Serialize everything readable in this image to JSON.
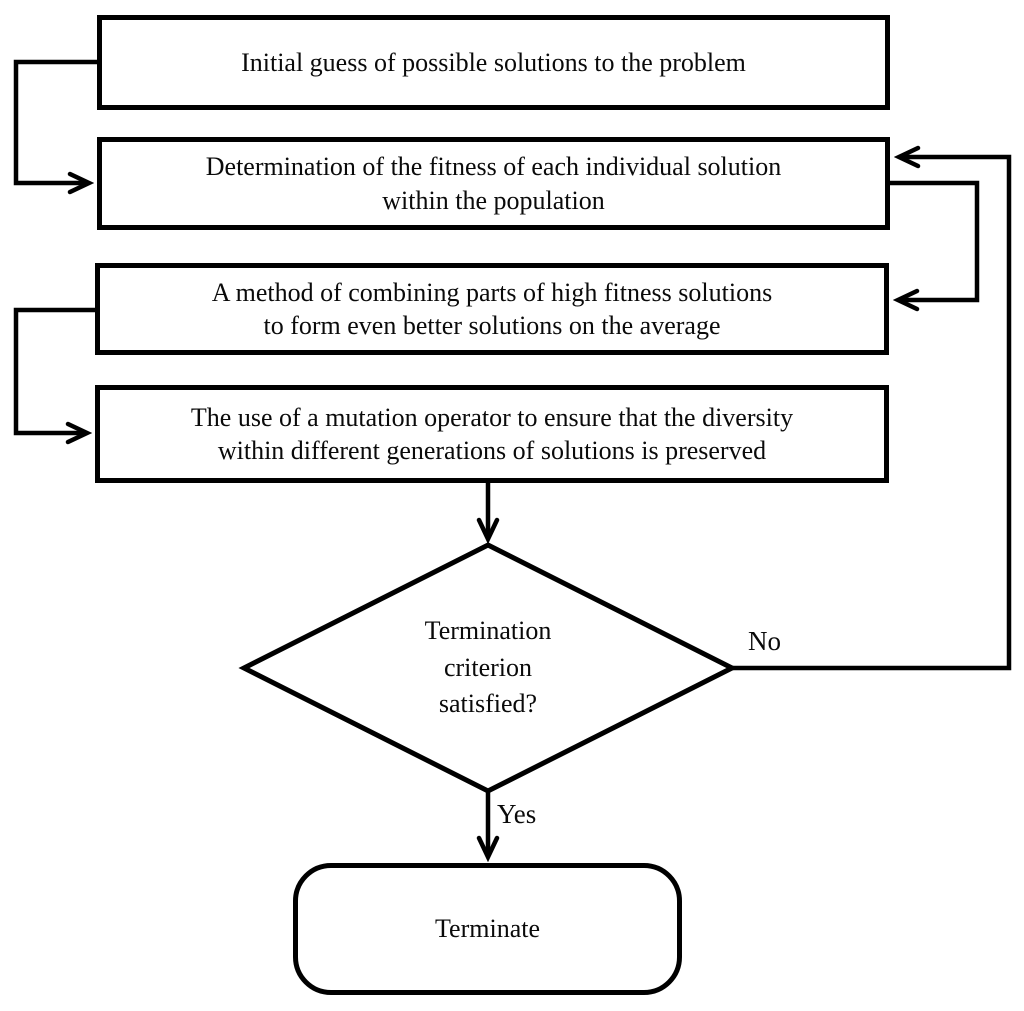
{
  "diagram": {
    "type": "flowchart",
    "nodes": {
      "step1": {
        "label": "Initial guess of possible solutions to the problem"
      },
      "step2": {
        "label": "Determination of the fitness of each individual solution\nwithin the population"
      },
      "step3": {
        "label": "A method of combining parts of high fitness solutions\nto form even better solutions on the average"
      },
      "step4": {
        "label": "The use of a mutation operator to ensure that the diversity\nwithin different generations of solutions is preserved"
      },
      "decision": {
        "label": "Termination\ncriterion\nsatisfied?"
      },
      "terminate": {
        "label": "Terminate"
      }
    },
    "edges": {
      "no_label": "No",
      "yes_label": "Yes"
    },
    "colors": {
      "stroke": "#000000",
      "background": "#ffffff",
      "text": "#0a0a0a"
    }
  }
}
